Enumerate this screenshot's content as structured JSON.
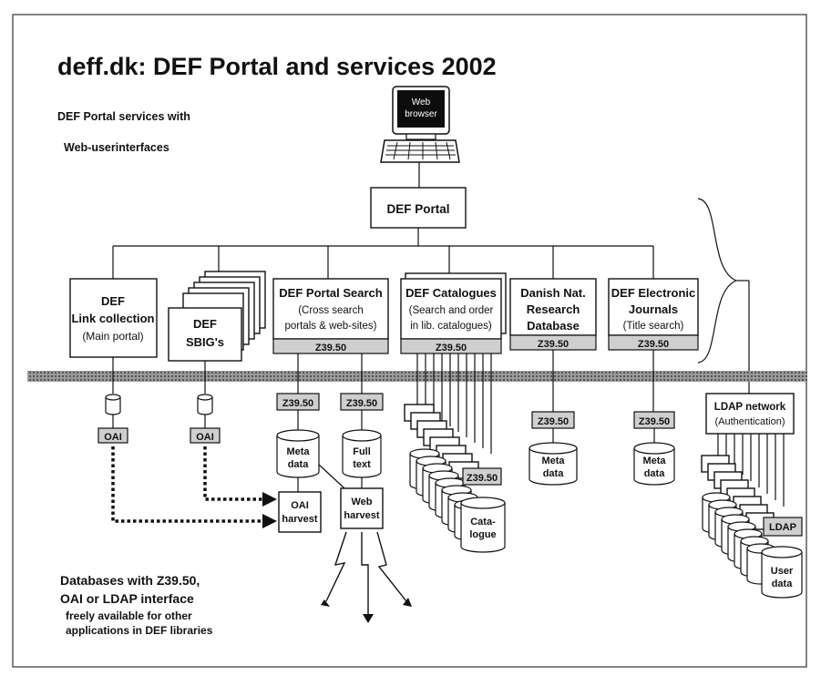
{
  "title": "deff.dk: DEF Portal and services 2002",
  "subtitle_line1": "DEF Portal services with",
  "subtitle_line2": "Web-userinterfaces",
  "browser_label_line1": "Web",
  "browser_label_line2": "browser",
  "portal_label": "DEF Portal",
  "services": {
    "link_collection": [
      "DEF",
      "Link collection",
      "(Main portal)"
    ],
    "sbigs": [
      "DEF",
      "SBIG's"
    ],
    "portal_search": [
      "DEF Portal Search",
      "(Cross search",
      "portals & web-sites)"
    ],
    "catalogues": [
      "DEF Catalogues",
      "(Search and order",
      "in lib. catalogues)"
    ],
    "research_db": [
      "Danish Nat.",
      "Research",
      "Database"
    ],
    "journals": [
      "DEF Electronic",
      "Journals",
      "(Title search)"
    ]
  },
  "z3950": "Z39.50",
  "oai": "OAI",
  "meta_data": [
    "Meta",
    "data"
  ],
  "full_text": [
    "Full",
    "text"
  ],
  "oai_harvest": [
    "OAI",
    "harvest"
  ],
  "web_harvest": [
    "Web",
    "harvest"
  ],
  "catalogue": [
    "Cata-",
    "logue"
  ],
  "ldap_network": [
    "LDAP network",
    "(Authentication)"
  ],
  "ldap": "LDAP",
  "user_data": [
    "User",
    "data"
  ],
  "footer": {
    "line1": "Databases with Z39.50,",
    "line2": "OAI or LDAP interface",
    "line3": "freely available for other",
    "line4": "applications in DEF libraries"
  }
}
